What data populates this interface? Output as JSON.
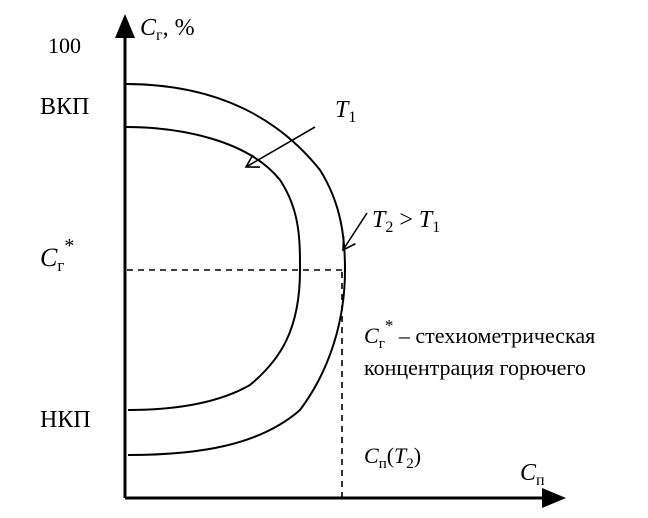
{
  "axes": {
    "y_label": {
      "symbol": "C",
      "sub": "г",
      "unit": ", %"
    },
    "y_max": "100",
    "x_label": {
      "symbol": "C",
      "sub": "п"
    }
  },
  "levels": {
    "upper": "ВКП",
    "lower": "НКП",
    "stoich": {
      "symbol": "C",
      "sub": "г",
      "sup": "*"
    }
  },
  "curves": {
    "inner": {
      "symbol": "T",
      "sub": "1"
    },
    "outer": {
      "lhs_symbol": "T",
      "lhs_sub": "2",
      "op": " > ",
      "rhs_symbol": "T",
      "rhs_sub": "1"
    }
  },
  "note": {
    "symbol": "C",
    "sub": "г",
    "sup": "*",
    "line1_rest": " – стехиометрическая",
    "line2": "концентрация горючего"
  },
  "x_marker": {
    "symbol": "C",
    "sub": "п",
    "paren_open": "(",
    "arg_symbol": "T",
    "arg_sub": "2",
    "paren_close": ")"
  }
}
